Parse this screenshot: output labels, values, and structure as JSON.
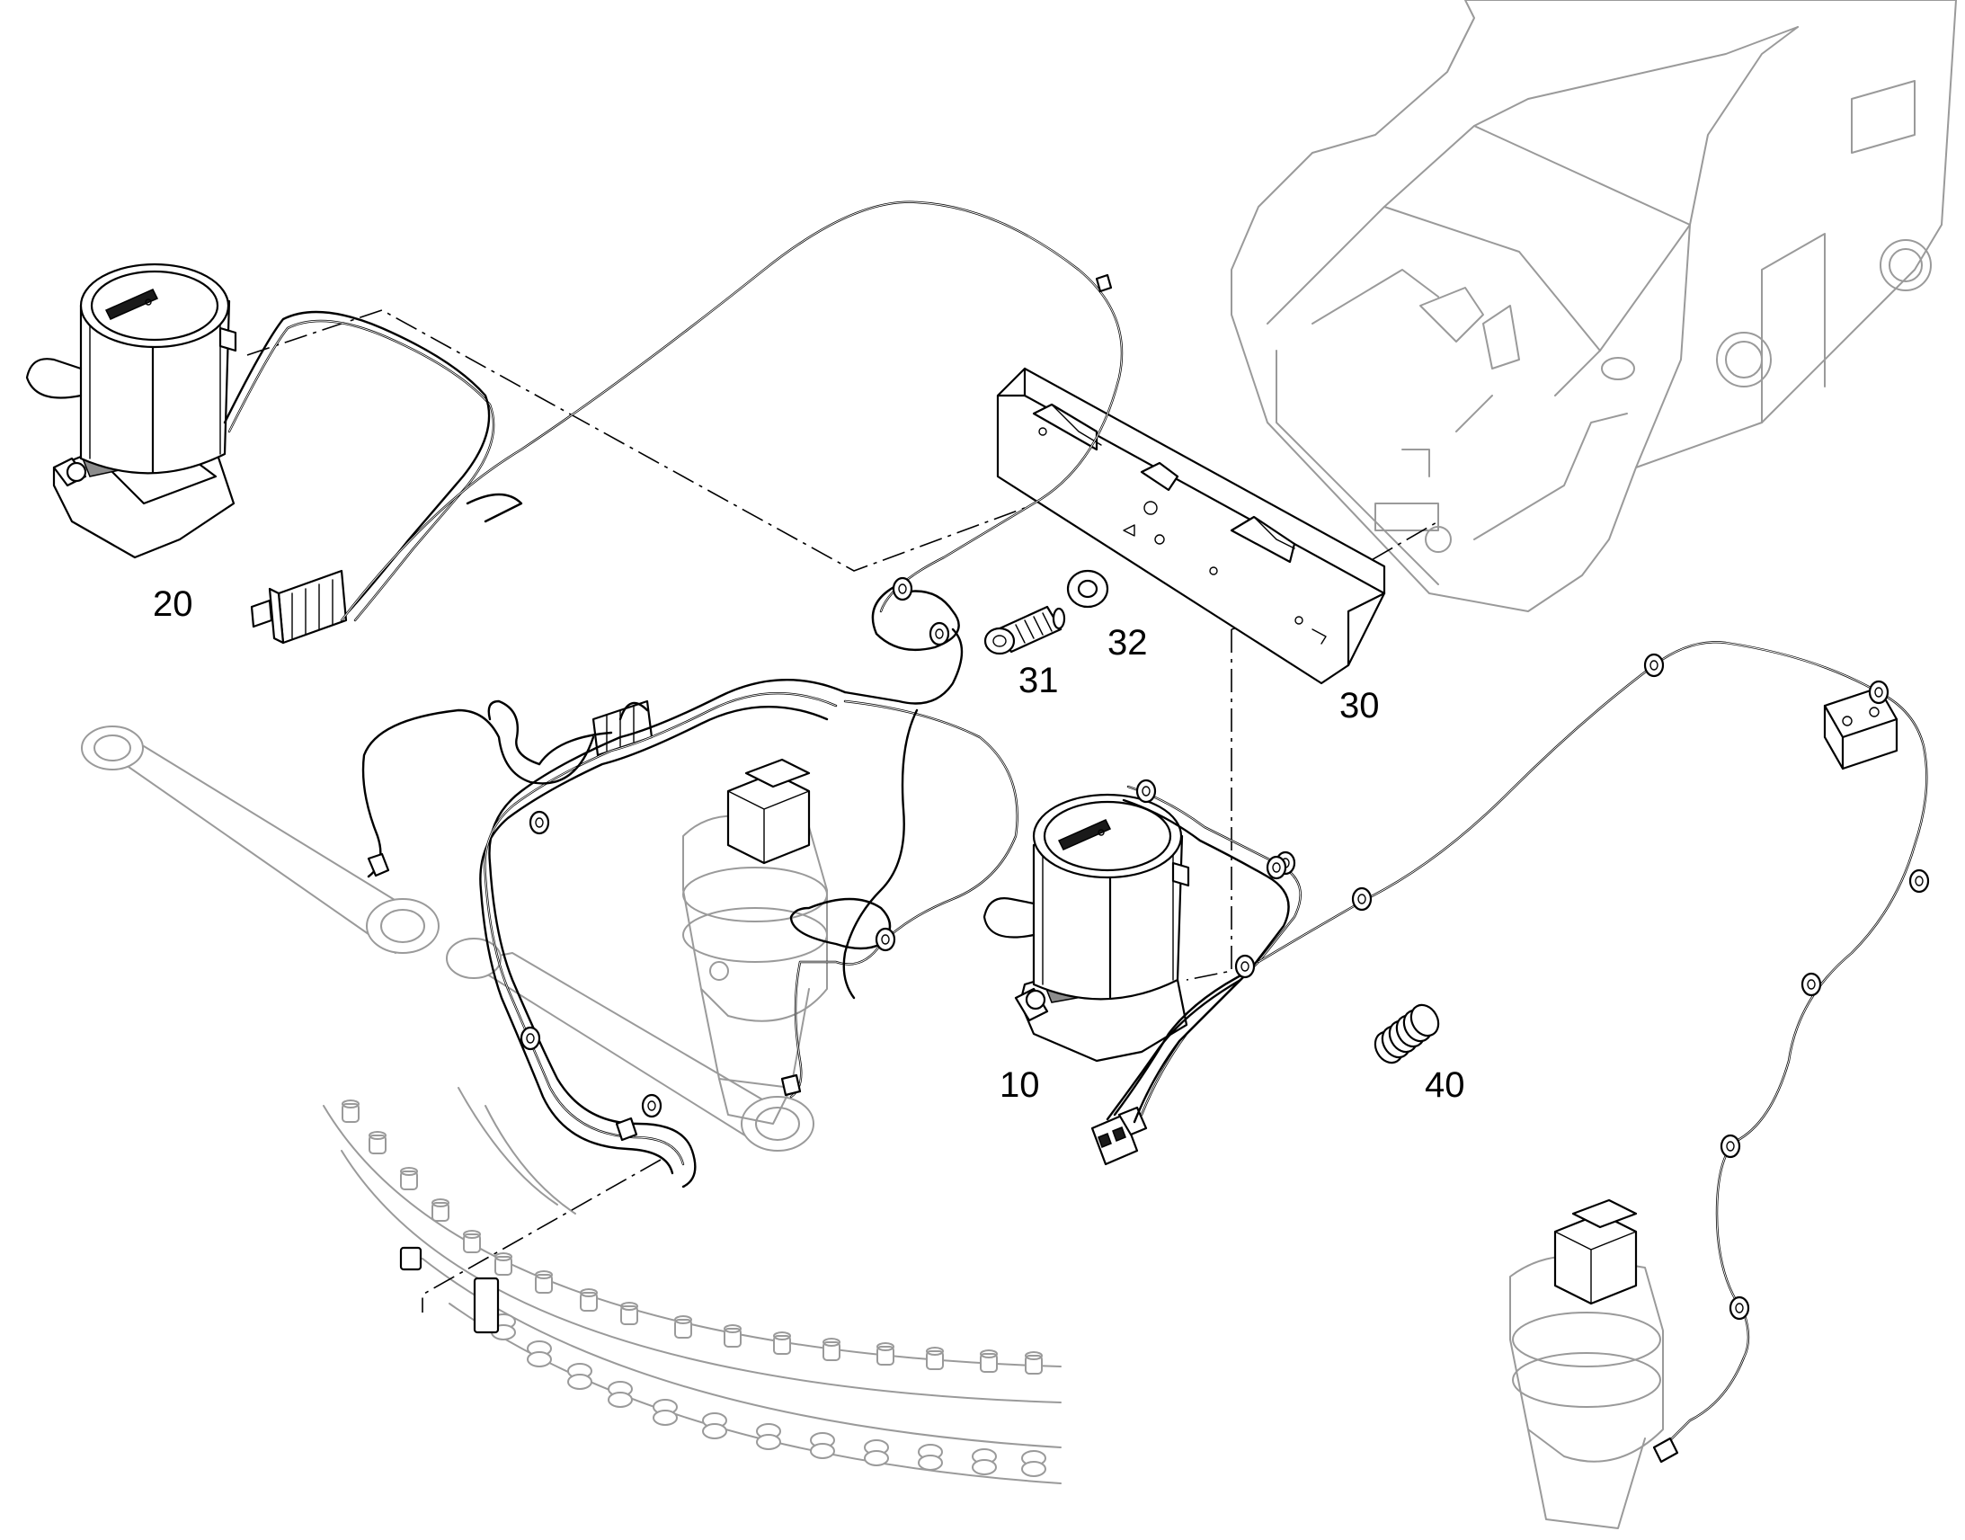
{
  "colors": {
    "line": "#000000",
    "ghost_line": "#9a9a9a",
    "background": "#ffffff"
  },
  "callouts": {
    "item_10": "10",
    "item_20": "20",
    "item_30": "30",
    "item_31": "31",
    "item_32": "32",
    "item_40": "40"
  },
  "parts": [
    {
      "id": "10",
      "name": "lubrication-pump-lower"
    },
    {
      "id": "20",
      "name": "lubrication-pump-upper"
    },
    {
      "id": "30",
      "name": "mounting-bracket"
    },
    {
      "id": "31",
      "name": "cap-screw"
    },
    {
      "id": "32",
      "name": "washer"
    },
    {
      "id": "40",
      "name": "spring"
    }
  ]
}
